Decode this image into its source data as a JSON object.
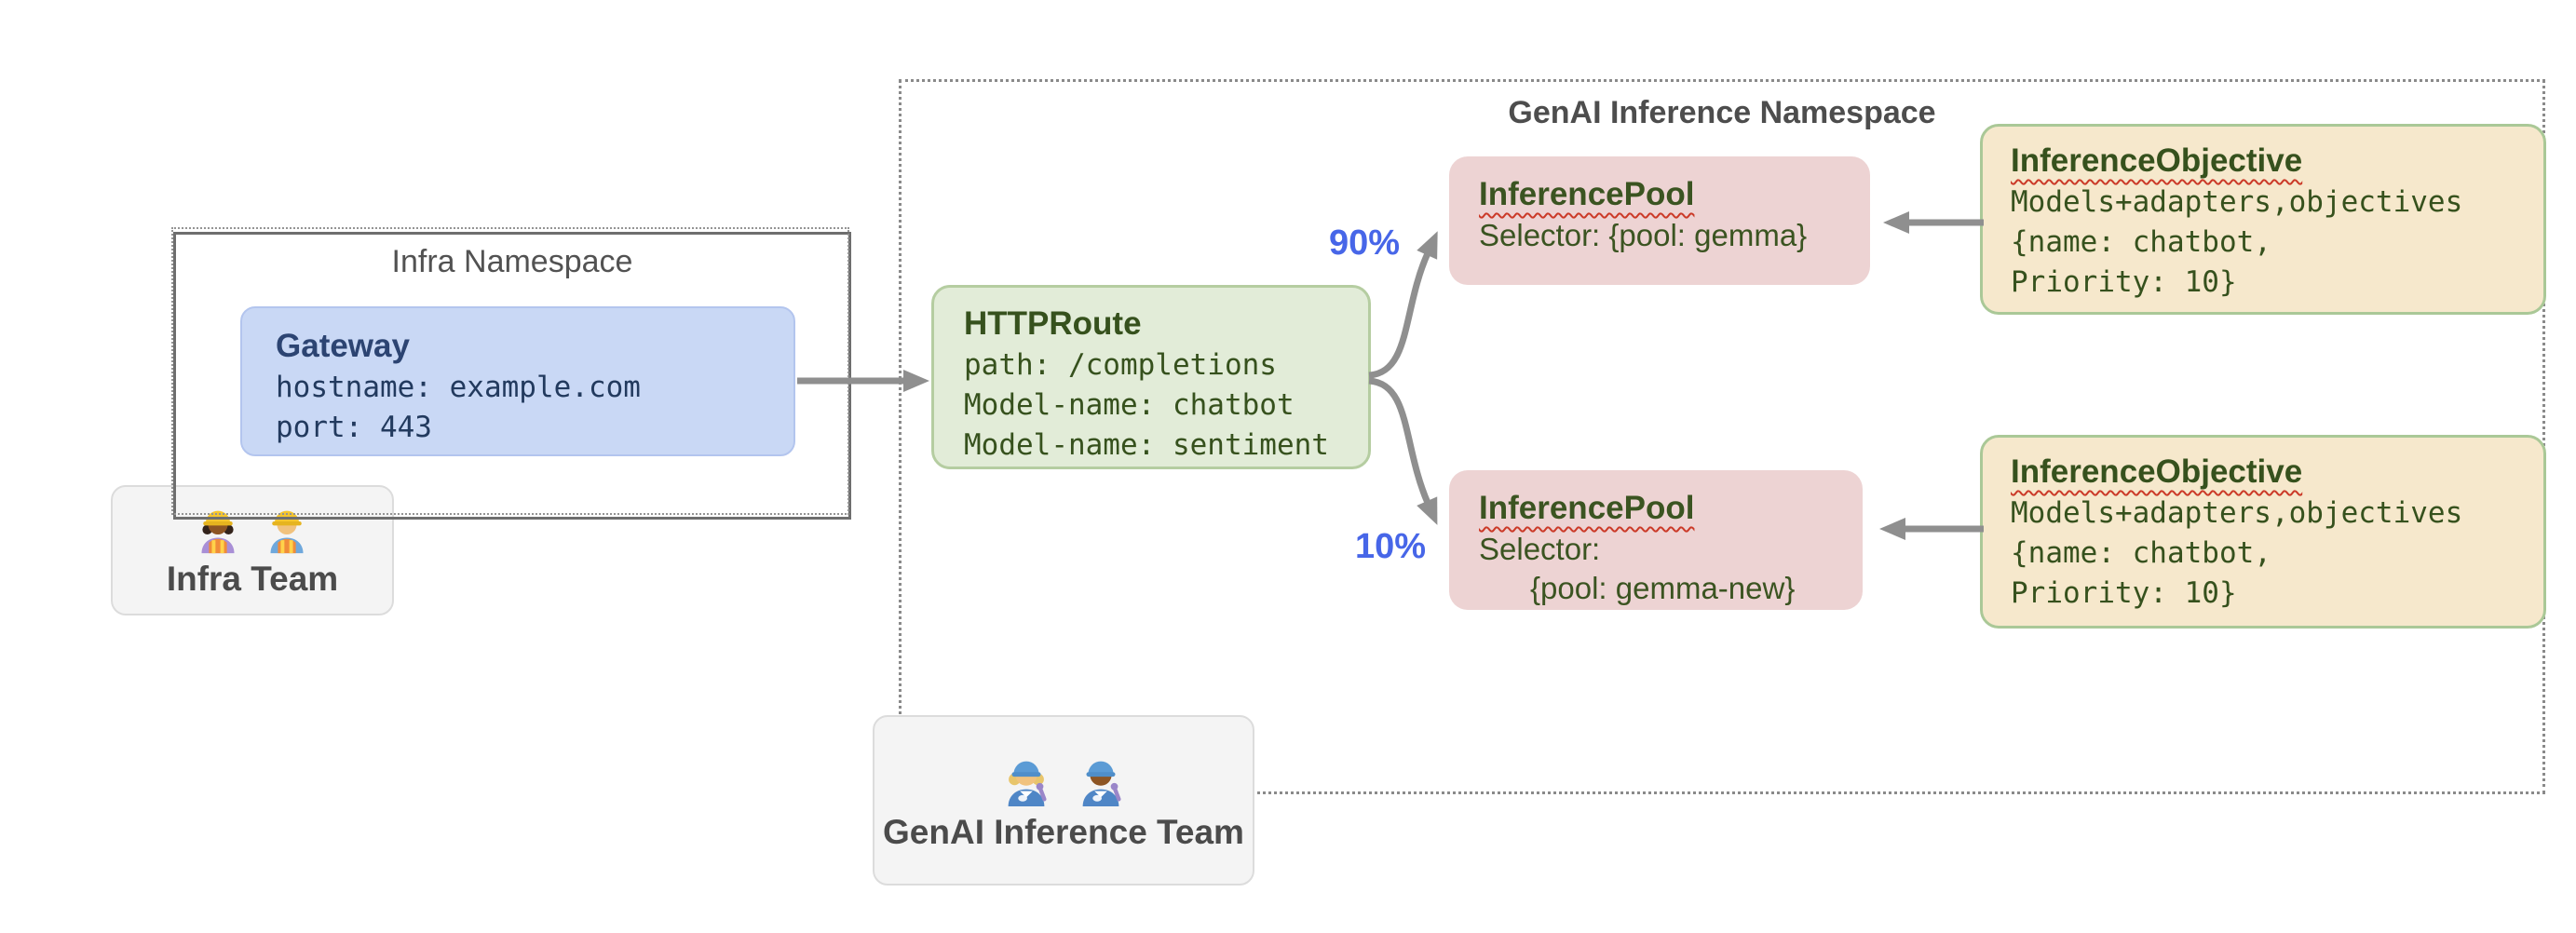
{
  "colors": {
    "accent_blue": "#4766e8",
    "arrow_gray": "#8f8f8f",
    "squiggle_red": "#cb3a28",
    "gateway_fill": "#c9d8f5",
    "httproute_fill": "#e2ecd8",
    "inference_pool_fill": "#edd3d3",
    "inference_objective_fill": "#f6e8cc",
    "team_fill": "#f4f4f4"
  },
  "infra_namespace": {
    "title": "Infra Namespace"
  },
  "gateway": {
    "title": "Gateway",
    "lines": [
      "hostname: example.com",
      "port: 443"
    ]
  },
  "infra_team": {
    "label": "Infra Team",
    "icon": "construction-workers"
  },
  "genai_namespace": {
    "title": "GenAI Inference Namespace"
  },
  "httproute": {
    "title": "HTTPRoute",
    "lines": [
      "path: /completions",
      "Model-name: chatbot",
      "Model-name: sentiment"
    ]
  },
  "inference_pool_top": {
    "title": "InferencePool",
    "lines": [
      "Selector: {pool: gemma}"
    ],
    "weight": "90%"
  },
  "inference_pool_bottom": {
    "title": "InferencePool",
    "lines": [
      "Selector:",
      "      {pool: gemma-new}"
    ],
    "weight": "10%"
  },
  "inference_objective_top": {
    "title": "InferenceObjective",
    "lines": [
      "Models+adapters,objectives",
      "{name: chatbot,",
      "Priority: 10}"
    ]
  },
  "inference_objective_bottom": {
    "title": "InferenceObjective",
    "lines": [
      "Models+adapters,objectives",
      "{name: chatbot,",
      "Priority: 10}"
    ]
  },
  "genai_team": {
    "label": "GenAI Inference Team",
    "icon": "mechanics"
  }
}
